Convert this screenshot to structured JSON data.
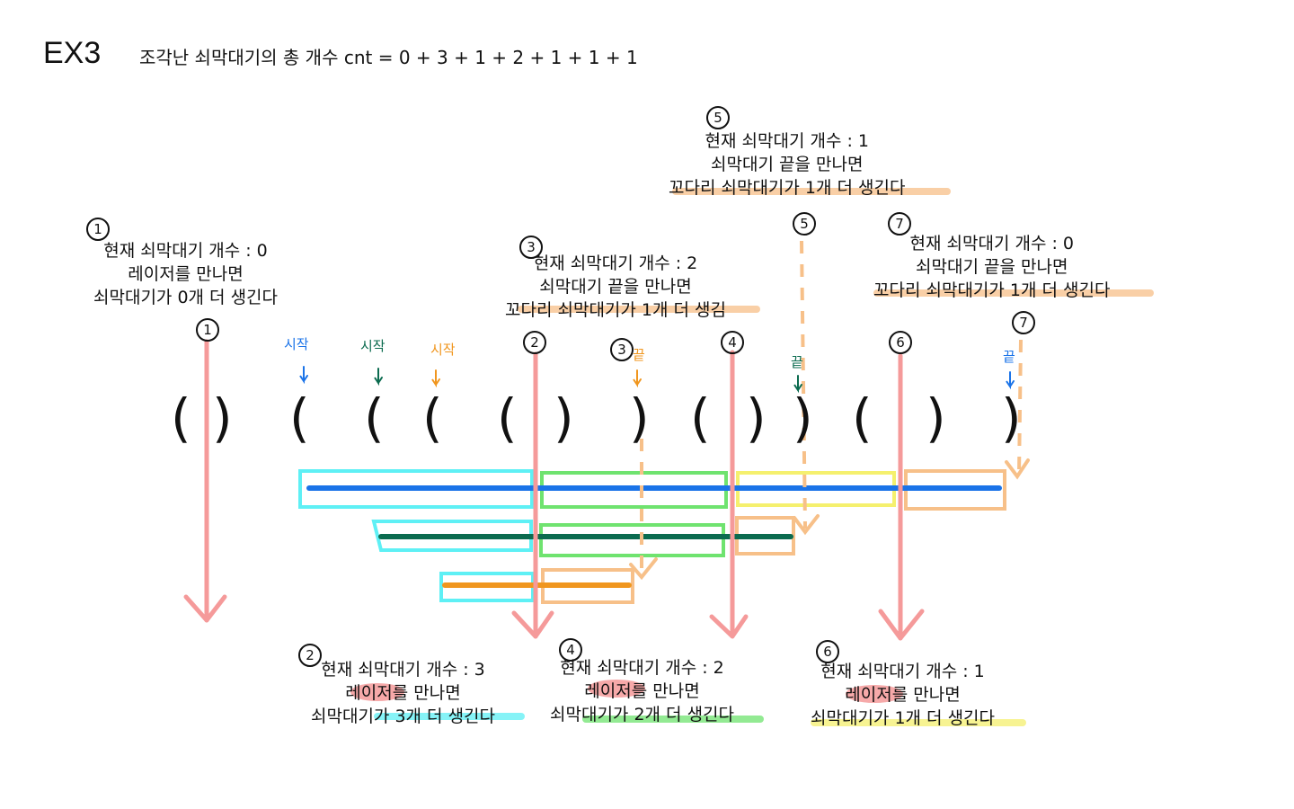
{
  "header": {
    "title": "EX3",
    "formula": "조각난 쇠막대기의 총 개수 cnt = 0 + 3 + 1 + 2 + 1 + 1 + 1"
  },
  "parentheses": [
    "(",
    ")",
    "(",
    "(",
    "(",
    "(",
    ")",
    ")",
    "(",
    ")",
    ")",
    "(",
    ")",
    ")"
  ],
  "markers": {
    "start_label": "시작",
    "end_label": "끝",
    "start_colors": [
      "#1a73e8",
      "#0b6b4f",
      "#f0961e"
    ],
    "end_colors": [
      "#f0961e",
      "#0b6b4f",
      "#1a73e8"
    ]
  },
  "notes": {
    "n1": {
      "num": "1",
      "lines": [
        "현재 쇠막대기 개수 : 0",
        "레이저를 만나면",
        "쇠막대기가 0개 더 생긴다"
      ]
    },
    "n2": {
      "num": "2",
      "lines": [
        "현재 쇠막대기 개수 : 3",
        "레이저를 만나면",
        "쇠막대기가 3개 더 생긴다"
      ],
      "hl_word": "레이저"
    },
    "n3": {
      "num": "3",
      "lines": [
        "현재 쇠막대기 개수 : 2",
        "쇠막대기 끝을 만나면",
        "꼬다리 쇠막대기가 1개 더 생김"
      ]
    },
    "n4": {
      "num": "4",
      "lines": [
        "현재 쇠막대기 개수 : 2",
        "레이저를 만나면",
        "쇠막대기가 2개 더 생긴다"
      ],
      "hl_word": "레이저"
    },
    "n5": {
      "num": "5",
      "lines": [
        "현재 쇠막대기 개수 : 1",
        "쇠막대기 끝을 만나면",
        "꼬다리 쇠막대기가 1개 더 생긴다"
      ]
    },
    "n6": {
      "num": "6",
      "lines": [
        "현재 쇠막대기 개수 : 1",
        "레이저를 만나면",
        "쇠막대기가 1개 더 생긴다"
      ],
      "hl_word": "레이저"
    },
    "n7": {
      "num": "7",
      "lines": [
        "현재 쇠막대기 개수 : 0",
        "쇠막대기 끝을 만나면",
        "꼬다리 쇠막대기가 1개 더 생긴다"
      ]
    }
  },
  "colors": {
    "laser": "#f59a9a",
    "cyan": "#5ef0f5",
    "green": "#6fe36f",
    "yellow": "#f5f06e",
    "orange": "#f7c089",
    "blue_bar": "#1a73e8",
    "darkgreen_bar": "#0b6b4f",
    "orange_bar": "#f0961e"
  }
}
